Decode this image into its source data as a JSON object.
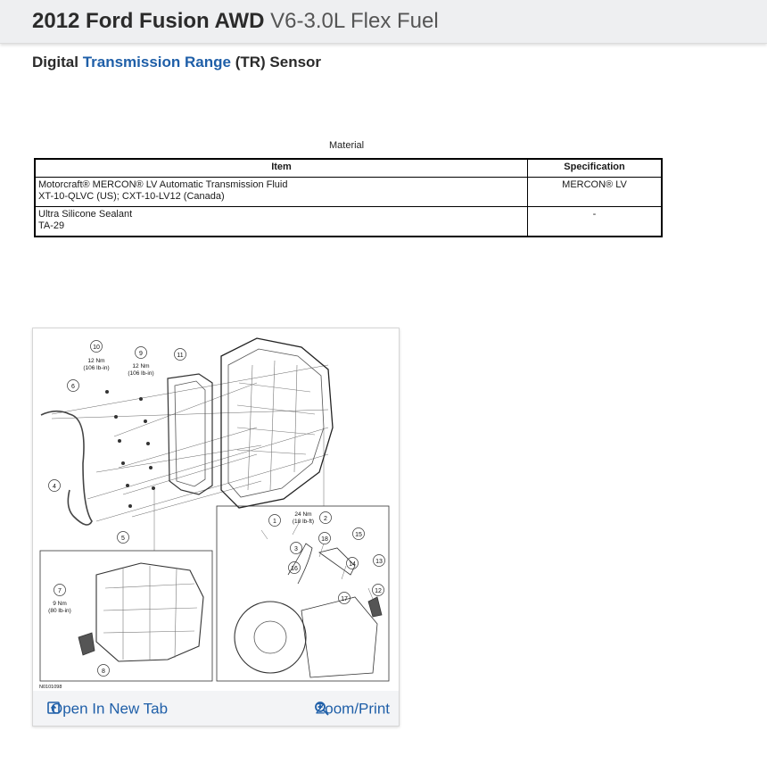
{
  "header": {
    "title_bold": "2012 Ford Fusion AWD",
    "title_rest": "V6-3.0L Flex Fuel"
  },
  "subtitle": {
    "prefix": "Digital",
    "link": "Transmission Range",
    "suffix": "(TR) Sensor"
  },
  "material": {
    "caption": "Material",
    "columns": [
      "Item",
      "Specification"
    ],
    "rows": [
      {
        "item_line1": "Motorcraft® MERCON® LV Automatic Transmission Fluid",
        "item_line2": "XT-10-QLVC (US); CXT-10-LV12 (Canada)",
        "spec": "MERCON® LV"
      },
      {
        "item_line1": "Ultra Silicone Sealant",
        "item_line2": "TA-29",
        "spec": "-"
      }
    ]
  },
  "figure": {
    "code": "N0101098",
    "callouts": [
      "1",
      "2",
      "3",
      "4",
      "5",
      "6",
      "7",
      "8",
      "9",
      "10",
      "11",
      "12",
      "13",
      "14",
      "15",
      "16",
      "17",
      "18"
    ],
    "torque_10": [
      "12 Nm",
      "(106 lb-in)"
    ],
    "torque_9": [
      "12 Nm",
      "(106 lb-in)"
    ],
    "torque_2": [
      "24 Nm",
      "(18 lb-ft)"
    ],
    "torque_7": [
      "9 Nm",
      "(80 lb-in)"
    ],
    "open_label": "Open In New Tab",
    "zoom_label": "Zoom/Print"
  },
  "colors": {
    "link": "#1f5fa8",
    "header_bg": "#eeeff1"
  }
}
